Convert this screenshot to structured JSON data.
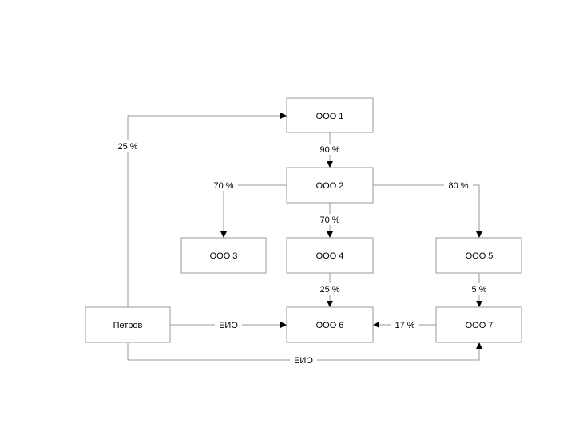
{
  "nodes": {
    "ooo1": "ООО 1",
    "ooo2": "ООО 2",
    "ooo3": "ООО 3",
    "ooo4": "ООО 4",
    "ooo5": "ООО 5",
    "ooo6": "ООО 6",
    "ooo7": "ООО 7",
    "petrov": "Петров"
  },
  "edges": {
    "ooo1_ooo2": "90 %",
    "ooo2_ooo3": "70 %",
    "ooo2_ooo4": "70 %",
    "ooo2_ooo5": "80 %",
    "ooo4_ooo6": "25 %",
    "ooo5_ooo7": "5 %",
    "ooo7_ooo6": "17 %",
    "petrov_ooo1": "25 %",
    "petrov_ooo6": "ЕИО",
    "petrov_ooo7": "ЕИО"
  },
  "colors": {
    "line": "#9a9a9a",
    "text": "#000000",
    "background": "#ffffff"
  }
}
